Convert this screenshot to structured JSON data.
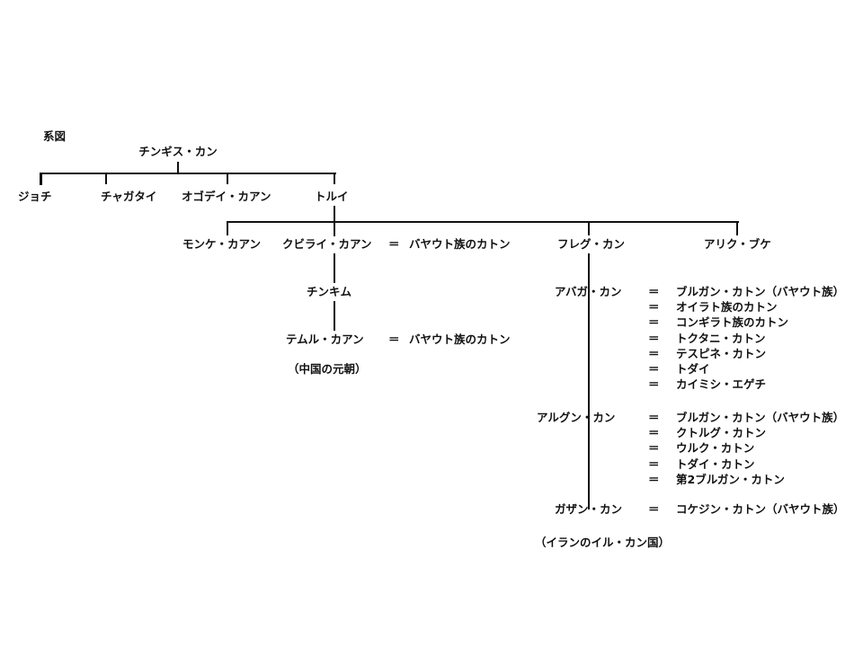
{
  "title": "系図",
  "root": "チンギス・カン",
  "sons": [
    "ジョチ",
    "チャガタイ",
    "オゴデイ・カアン",
    "トルイ"
  ],
  "tolui_sons": [
    "モンケ・カアン",
    "クビライ・カアン",
    "フレグ・カン",
    "アリク・ブケ"
  ],
  "eq": "＝",
  "kubilai_wife": "バヤウト族のカトン",
  "chinkim": "チンキム",
  "temur": "テムル・カアン",
  "temur_wife": "バヤウト族のカトン",
  "yuan": "（中国の元朝）",
  "abaqa": "アバガ・カン",
  "abaqa_wives": [
    "ブルガン・カトン（バヤウト族）",
    "オイラト族のカトン",
    "コンギラト族のカトン",
    "トクタニ・カトン",
    "テスピネ・カトン",
    "トダイ",
    "カイミシ・エゲチ"
  ],
  "arghun": "アルグン・カン",
  "arghun_wives": [
    "ブルガン・カトン（バヤウト族）",
    "クトルグ・カトン",
    "ウルク・カトン",
    "トダイ・カトン",
    "第2ブルガン・カトン"
  ],
  "ghazan": "ガザン・カン",
  "ghazan_wife": "コケジン・カトン（バヤウト族）",
  "ilkhanate": "（イランのイル・カン国）"
}
